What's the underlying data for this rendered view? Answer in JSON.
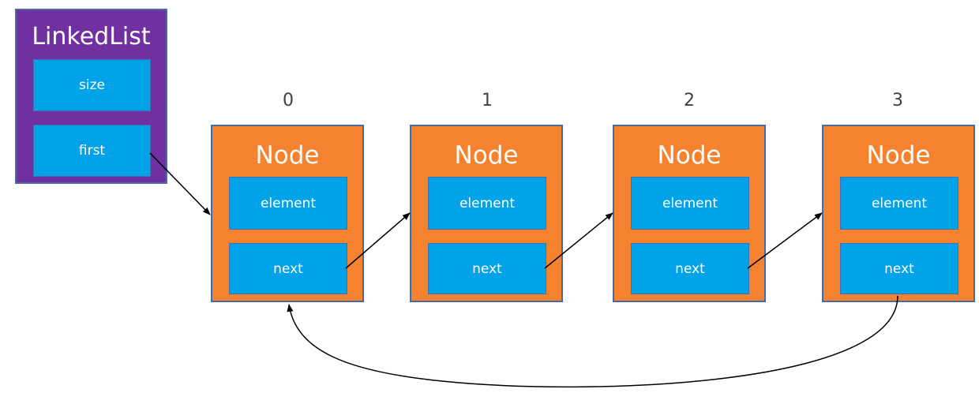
{
  "linked_list": {
    "title": "LinkedList",
    "fields": [
      "size",
      "first"
    ]
  },
  "nodes": [
    {
      "index": "0",
      "title": "Node",
      "fields": [
        "element",
        "next"
      ]
    },
    {
      "index": "1",
      "title": "Node",
      "fields": [
        "element",
        "next"
      ]
    },
    {
      "index": "2",
      "title": "Node",
      "fields": [
        "element",
        "next"
      ]
    },
    {
      "index": "3",
      "title": "Node",
      "fields": [
        "element",
        "next"
      ]
    }
  ],
  "colors": {
    "list_fill": "#7030a0",
    "node_fill": "#f5822f",
    "field_fill": "#00a2e8",
    "border": "#456aa8",
    "text": "#ffffff",
    "index_text": "#404040",
    "arrow": "#000000"
  }
}
